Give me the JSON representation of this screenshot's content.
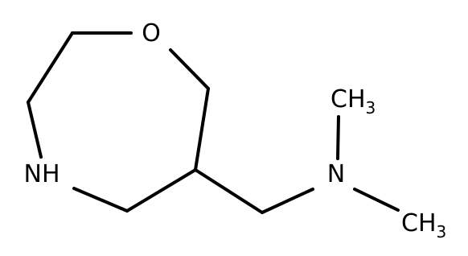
{
  "molecule": {
    "atoms": {
      "oxygen": "O",
      "ring_nitrogen": "NH",
      "amine_nitrogen": "N",
      "methyl_top": {
        "element": "CH",
        "count": "3"
      },
      "methyl_bottom": {
        "element": "CH",
        "count": "3"
      }
    }
  },
  "colors": {
    "bond": "#000000",
    "label": "#000000",
    "background": "#ffffff"
  }
}
